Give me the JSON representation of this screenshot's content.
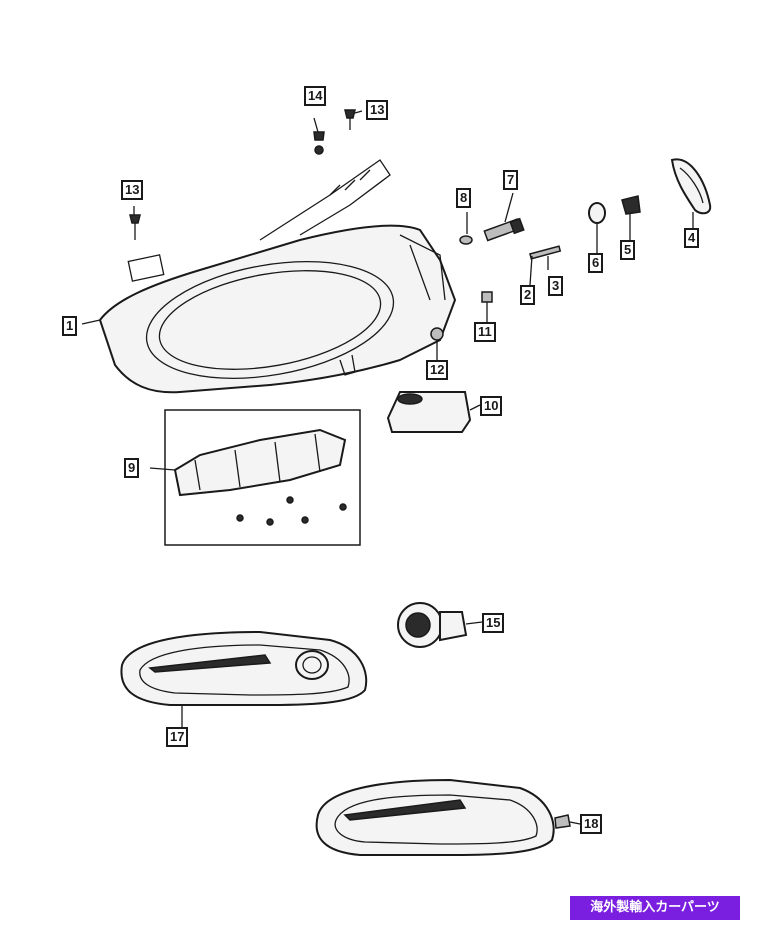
{
  "callouts": {
    "c1": "1",
    "c2": "2",
    "c3": "3",
    "c4": "4",
    "c5": "5",
    "c6": "6",
    "c7": "7",
    "c8": "8",
    "c9": "9",
    "c10": "10",
    "c11": "11",
    "c12": "12",
    "c13a": "13",
    "c13b": "13",
    "c14": "14",
    "c15": "15",
    "c17": "17",
    "c18": "18"
  },
  "banner": {
    "text": "海外製輸入カーパーツ",
    "color": "#7a1fe0"
  }
}
